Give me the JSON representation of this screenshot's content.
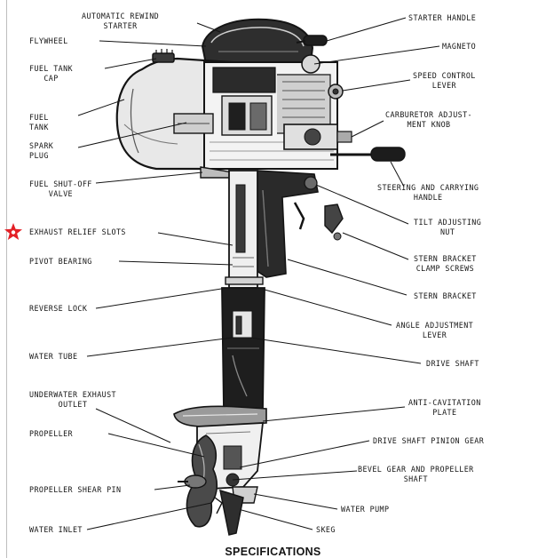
{
  "labels": {
    "automatic_rewind_starter": "AUTOMATIC REWIND\nSTARTER",
    "starter_handle": "STARTER HANDLE",
    "flywheel": "FLYWHEEL",
    "magneto": "MAGNETO",
    "fuel_tank_cap": "FUEL TANK\nCAP",
    "speed_control_lever": "SPEED CONTROL\nLEVER",
    "carburetor_adjustment_knob": "CARBURETOR ADJUST-\nMENT KNOB",
    "fuel_tank": "FUEL\nTANK",
    "spark_plug": "SPARK\nPLUG",
    "fuel_shutoff_valve": "FUEL SHUT-OFF\nVALVE",
    "steering_and_carrying_handle": "STEERING AND CARRYING\nHANDLE",
    "tilt_adjusting_nut": "TILT ADJUSTING\nNUT",
    "exhaust_relief_slots": "EXHAUST RELIEF SLOTS",
    "stern_bracket_clamp_screws": "STERN BRACKET\nCLAMP SCREWS",
    "pivot_bearing": "PIVOT BEARING",
    "stern_bracket": "STERN BRACKET",
    "reverse_lock": "REVERSE LOCK",
    "angle_adjustment_lever": "ANGLE ADJUSTMENT\nLEVER",
    "water_tube": "WATER TUBE",
    "drive_shaft": "DRIVE SHAFT",
    "underwater_exhaust_outlet": "UNDERWATER EXHAUST\nOUTLET",
    "anti_cavitation_plate": "ANTI-CAVITATION\nPLATE",
    "propeller": "PROPELLER",
    "drive_shaft_pinion_gear": "DRIVE SHAFT PINION GEAR",
    "bevel_gear_and_propeller_shaft": "BEVEL GEAR AND PROPELLER\nSHAFT",
    "propeller_shear_pin": "PROPELLER SHEAR PIN",
    "water_pump": "WATER PUMP",
    "water_inlet": "WATER INLET",
    "skeg": "SKEG"
  },
  "footer": {
    "title": "SPECIFICATIONS"
  },
  "marker": {
    "color": "#e32026",
    "icon": "star-marker-icon"
  },
  "colors": {
    "ink": "#141414",
    "shade": "#3a3a3a",
    "light": "#bdbdbd"
  }
}
